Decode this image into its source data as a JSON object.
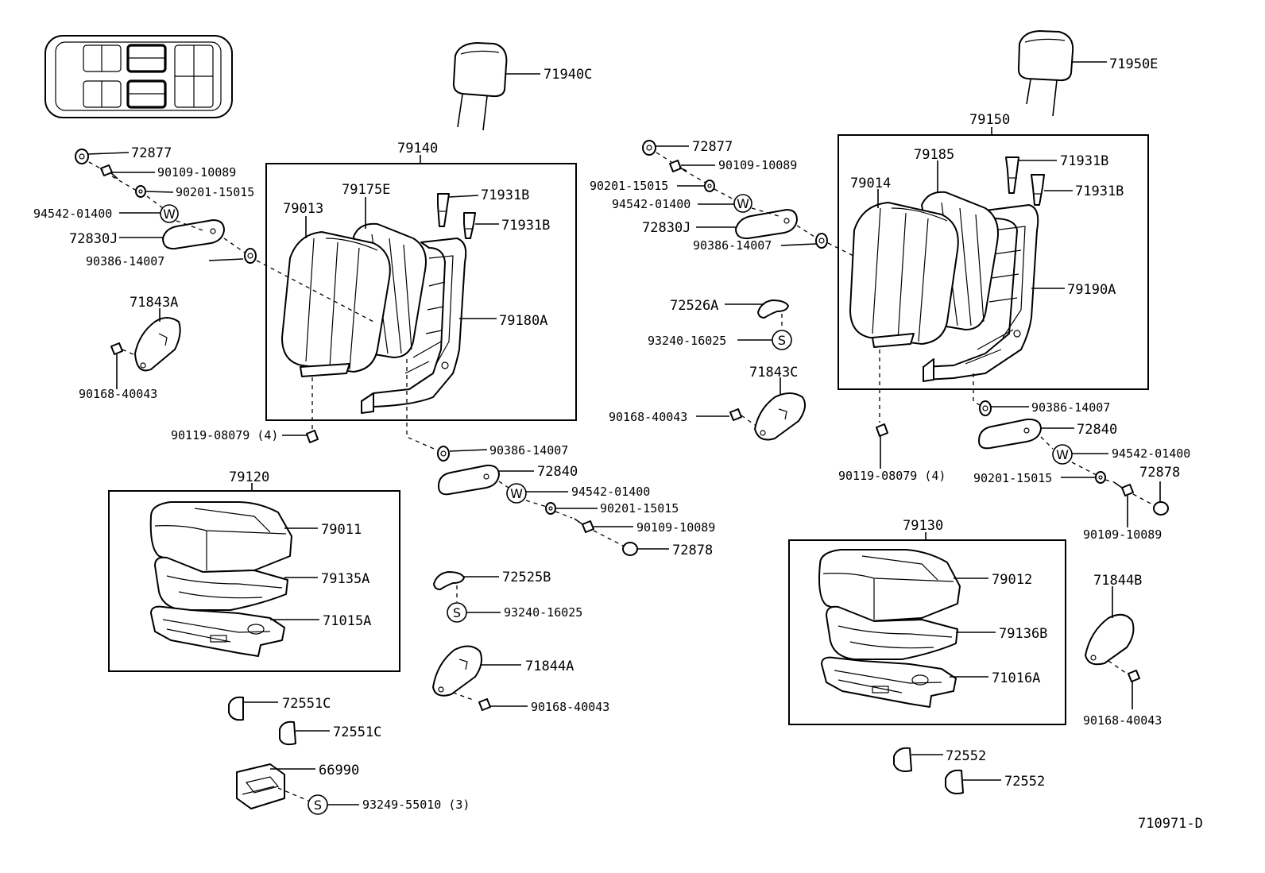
{
  "diagram_id": "710971-D",
  "symbols": {
    "washer": "W",
    "screw": "S"
  },
  "labels": {
    "headrest_left": "71940C",
    "headrest_right": "71950E",
    "frontseat_back_left": "79140",
    "frontseat_back_right": "79150",
    "cover_79013": "79013",
    "cover_79175E": "79175E",
    "frame_79180A": "79180A",
    "support_71931B_1": "71931B",
    "support_71931B_2": "71931B",
    "support_71931B_3": "71931B",
    "support_71931B_4": "71931B",
    "cover_79014": "79014",
    "cover_79185": "79185",
    "frame_79190A": "79190A",
    "cap_72877_left": "72877",
    "bolt_90109_10089_left": "90109-10089",
    "washer_90201_15015_left": "90201-15015",
    "wwasher_94542_01400_left": "94542-01400",
    "armrest_72830J_left": "72830J",
    "bush_90386_14007_left": "90386-14007",
    "cover_71843A": "71843A",
    "screw_90168_40043_left": "90168-40043",
    "bolt_90119_08079_left": "90119-08079 (4)",
    "cap_72877_mid": "72877",
    "bolt_90109_10089_mid": "90109-10089",
    "washer_90201_15015_mid": "90201-15015",
    "wwasher_94542_01400_mid": "94542-01400",
    "armrest_72830J_mid": "72830J",
    "bush_90386_14007_mid": "90386-14007",
    "knob_72526A": "72526A",
    "screw_93240_16025_mid": "93240-16025",
    "cover_71843C": "71843C",
    "screw_90168_40043_mid": "90168-40043",
    "bush_90386_14007_low": "90386-14007",
    "armrest_72840_low": "72840",
    "wwasher_94542_01400_low": "94542-01400",
    "washer_90201_15015_low": "90201-15015",
    "bolt_90109_10089_low": "90109-10089",
    "cap_72878_low": "72878",
    "knob_72525B": "72525B",
    "screw_93240_16025_low": "93240-16025",
    "cover_71844A": "71844A",
    "screw_90168_40043_low": "90168-40043",
    "seat_cushion_left": "79120",
    "cushion_79011": "79011",
    "pad_79135A": "79135A",
    "frame_71015A": "71015A",
    "clip_72551C_1": "72551C",
    "clip_72551C_2": "72551C",
    "holder_66990": "66990",
    "screw_93249_55010": "93249-55010 (3)",
    "bush_90386_14007_right": "90386-14007",
    "armrest_72840_right": "72840",
    "wwasher_94542_01400_right": "94542-01400",
    "washer_90201_15015_right": "90201-15015",
    "cap_72878_right": "72878",
    "bolt_90109_10089_right": "90109-10089",
    "bolt_90119_08079_right": "90119-08079 (4)",
    "seat_cushion_right": "79130",
    "cushion_79012": "79012",
    "pad_79136B": "79136B",
    "frame_71016A": "71016A",
    "cover_71844B": "71844B",
    "screw_90168_40043_right": "90168-40043",
    "clip_72552_1": "72552",
    "clip_72552_2": "72552"
  }
}
